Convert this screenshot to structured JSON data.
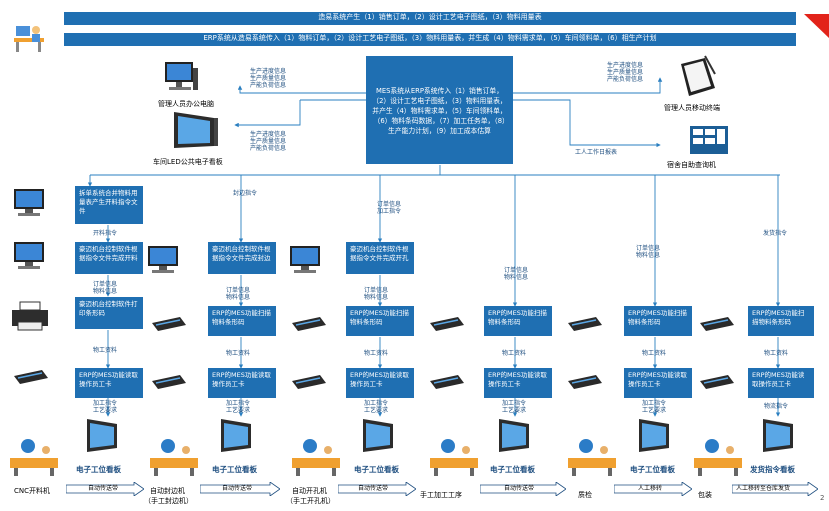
{
  "bands": {
    "top": "造易系统产生（1）销售订单，（2）设计工艺电子图纸，（3）物料用量表",
    "second": "ERP系统从造易系统传入（1）物料订单，（2）设计工艺电子图纸，（3）物料用量表，并生成（4）物料需求单，（5）车间领料单，（6）相生产计划"
  },
  "central": "MES系统从ERP系统传入（1）销售订单，（2）设计工艺电子图纸，（3）物料用量表，并产生（4）物料需求单，（5）车间领料单，（6）物料条码数据，（7）加工任务单，（8）生产能力计划，（9）加工成本估算",
  "top_left": {
    "office_label": "管理人员办公电脑",
    "office_notes": [
      "生产进度信息",
      "生产质量信息",
      "产能负荷信息"
    ],
    "led_label": "车间LED公共电子看板",
    "led_notes": [
      "生产进度信息",
      "生产质量信息",
      "产能负荷信息"
    ]
  },
  "top_right": {
    "mobile_label": "管理人员移动终端",
    "mobile_notes": [
      "生产进度信息",
      "生产质量信息",
      "产能负荷信息"
    ],
    "kiosk_label": "宿舍自助查询机",
    "kiosk_note": "工人工作日报表"
  },
  "col1": {
    "box1": "拆单系统合并物料用量表产生开料指令文件",
    "n1": "开料指令",
    "box2": "豪迈机台控制软件根据指令文件完成开料",
    "n2": [
      "订单信息",
      "物料信息"
    ],
    "box3": "豪迈机台控制软件打印条形码",
    "n3": "物工资料",
    "box4": "ERP的MES功能读取操作员工卡",
    "n4": [
      "加工指令",
      "工艺要求"
    ]
  },
  "col2": {
    "top_note": "封边指令",
    "box2": "豪迈机台控制软件根据指令文件完成封边",
    "n2": [
      "订单信息",
      "物料信息"
    ],
    "box3": "ERP的MES功能扫描物料条形码",
    "n3": "物工资料",
    "box4": "ERP的MES功能读取操作员工卡",
    "n4": [
      "加工指令",
      "工艺要求"
    ]
  },
  "col3": {
    "top_note": [
      "订单信息",
      "加工指令"
    ],
    "box2": "豪迈机台控制软件根据指令文件完成开孔",
    "n2": [
      "订单信息",
      "物料信息"
    ],
    "box3": "ERP的MES功能扫描物料条形码",
    "n3": "物工资料",
    "box4": "ERP的MES功能读取操作员工卡",
    "n4": [
      "加工指令",
      "工艺要求"
    ]
  },
  "col4": {
    "top_note": [
      "订单信息",
      "物料信息"
    ],
    "box3": "ERP的MES功能扫描物料条形码",
    "n3": "物工资料",
    "box4": "ERP的MES功能读取操作员工卡",
    "n4": [
      "加工指令",
      "工艺要求"
    ]
  },
  "col5": {
    "top_note": [
      "订单信息",
      "物料信息"
    ],
    "box3": "ERP的MES功能扫描物料条形码",
    "n3": "物工资料",
    "box4": "ERP的MES功能读取操作员工卡",
    "n4": [
      "加工指令",
      "工艺要求"
    ]
  },
  "col6": {
    "top_note": "发货指令",
    "box3": "ERP的MES功能扫描物料条形码",
    "n3": "物工资料",
    "box4": "ERP的MES功能读取操作员工卡",
    "n4": "物流指令"
  },
  "boards": {
    "b1": "电子工位看板",
    "b2": "电子工位看板",
    "b3": "电子工位看板",
    "b4": "电子工位看板",
    "b5": "电子工位看板",
    "b6": "发货指令看板"
  },
  "stations": {
    "s1": "CNC开料机",
    "s2a": "自动封边机",
    "s2b": "（手工封边机）",
    "s3a": "自动开孔机",
    "s3b": "（手工开孔机）",
    "s4": "手工加工工序",
    "s5": "质检",
    "s6": "包装"
  },
  "conveyors": {
    "c1": "自动传送带",
    "c2": "自动传送带",
    "c3": "自动传送带",
    "c4": "自动传送带",
    "c5": "人工移转",
    "c6": "人工移转至仓库发货"
  },
  "page_number": "2",
  "colors": {
    "box": "#1f6fb2",
    "line": "#2a7fc0",
    "text": "#1f4f80",
    "red": "#e2231a"
  }
}
